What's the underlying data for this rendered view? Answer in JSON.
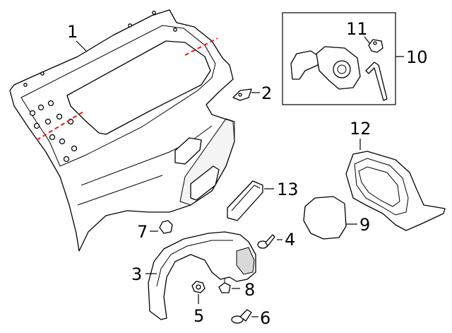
{
  "callouts": [
    {
      "id": "c1",
      "label": "1"
    },
    {
      "id": "c2",
      "label": "2"
    },
    {
      "id": "c3",
      "label": "3"
    },
    {
      "id": "c4",
      "label": "4"
    },
    {
      "id": "c5",
      "label": "5"
    },
    {
      "id": "c6",
      "label": "6"
    },
    {
      "id": "c7",
      "label": "7"
    },
    {
      "id": "c8",
      "label": "8"
    },
    {
      "id": "c9",
      "label": "9"
    },
    {
      "id": "c10",
      "label": "10"
    },
    {
      "id": "c11",
      "label": "11"
    },
    {
      "id": "c12",
      "label": "12"
    },
    {
      "id": "c13",
      "label": "13"
    }
  ],
  "colors": {
    "line": "#000000",
    "cut_line": "#e02020",
    "background": "#ffffff"
  }
}
